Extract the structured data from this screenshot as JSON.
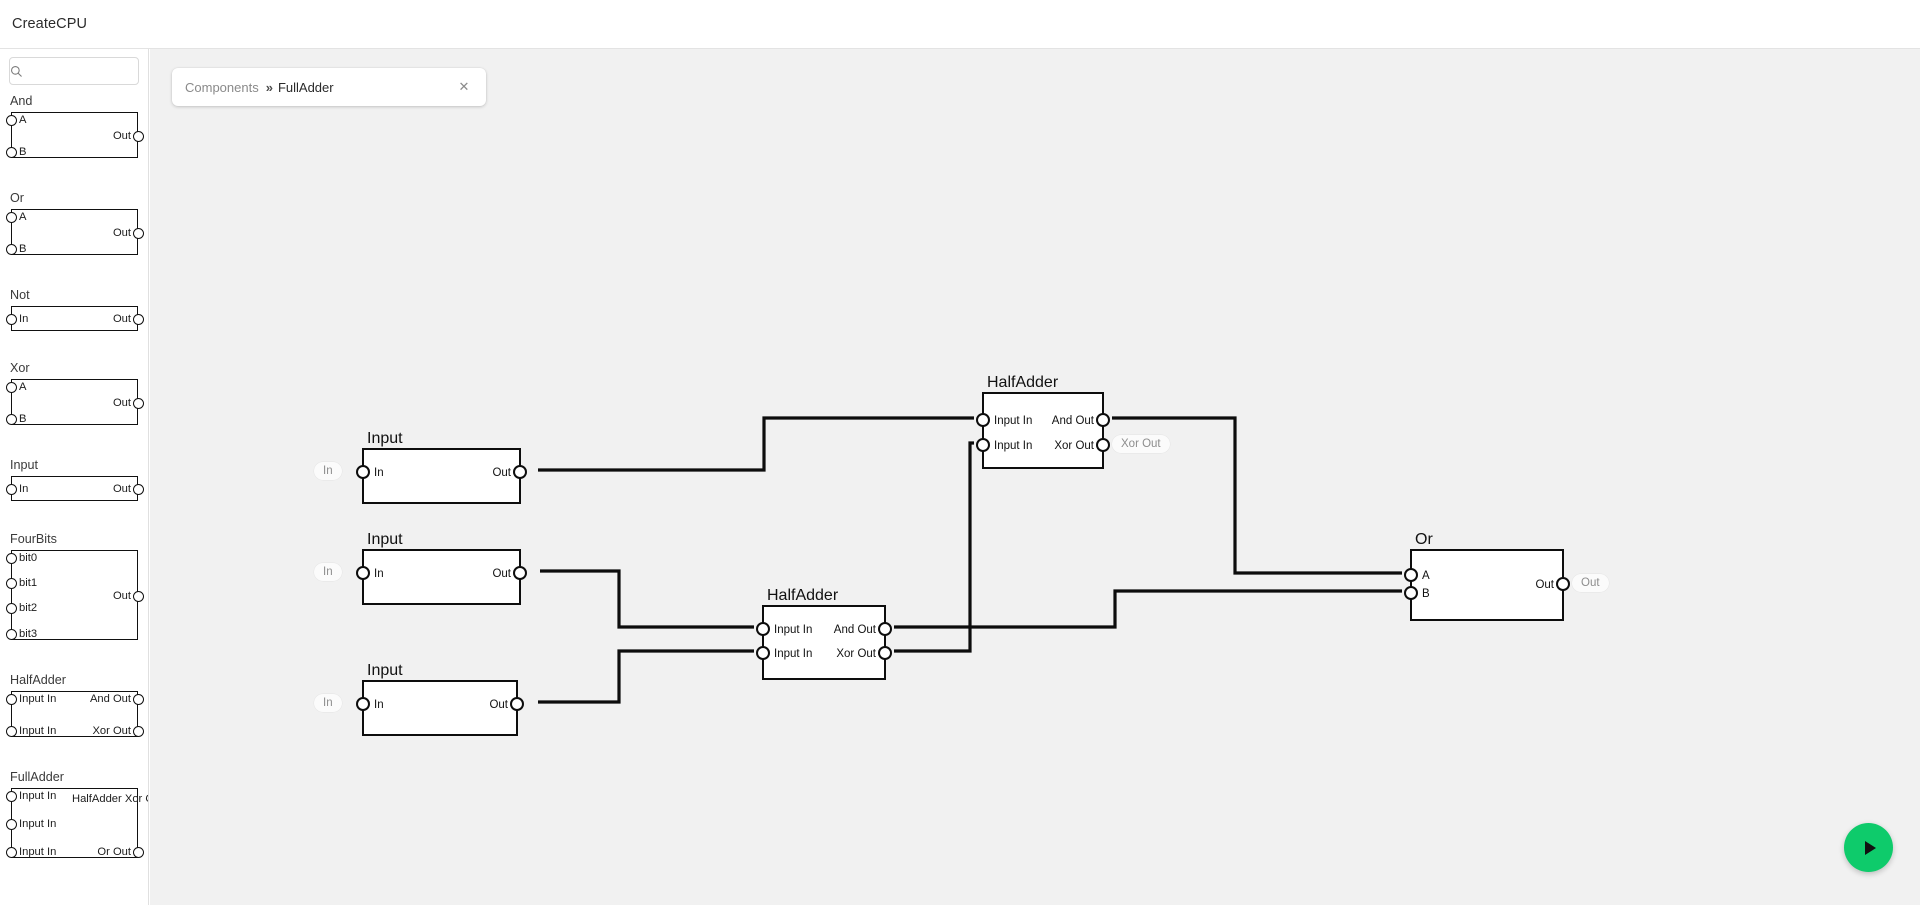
{
  "app": {
    "title": "CreateCPU"
  },
  "search": {
    "value": "",
    "placeholder": "",
    "icon": "search-icon"
  },
  "library": {
    "items": [
      {
        "name": "And",
        "inputs": [
          "A",
          "B"
        ],
        "outputs": [
          "Out"
        ],
        "center": ""
      },
      {
        "name": "Or",
        "inputs": [
          "A",
          "B"
        ],
        "outputs": [
          "Out"
        ],
        "center": ""
      },
      {
        "name": "Not",
        "inputs": [
          "In"
        ],
        "outputs": [
          "Out"
        ],
        "center": ""
      },
      {
        "name": "Xor",
        "inputs": [
          "A",
          "B"
        ],
        "outputs": [
          "Out"
        ],
        "center": ""
      },
      {
        "name": "Input",
        "inputs": [
          "In"
        ],
        "outputs": [
          "Out"
        ],
        "center": ""
      },
      {
        "name": "FourBits",
        "inputs": [
          "bit0",
          "bit1",
          "bit2",
          "bit3"
        ],
        "outputs": [
          "Out"
        ],
        "center": ""
      },
      {
        "name": "HalfAdder",
        "inputs": [
          "Input In",
          "Input In"
        ],
        "outputs": [
          "And Out",
          "Xor Out"
        ],
        "center": ""
      },
      {
        "name": "FullAdder",
        "inputs": [
          "Input In",
          "Input In",
          "Input In"
        ],
        "outputs": [
          "",
          "Or Out"
        ],
        "center": "HalfAdder Xor Out"
      }
    ]
  },
  "tab": {
    "breadcrumb_root": "Components",
    "breadcrumb_separator": "»",
    "breadcrumb_leaf": "FullAdder",
    "close_label": "✕"
  },
  "canvas": {
    "nodes": [
      {
        "id": "input1",
        "title": "Input",
        "in_pins": [
          "In"
        ],
        "out_pins": [
          "Out"
        ],
        "in_badge": "In",
        "out_badge": ""
      },
      {
        "id": "input2",
        "title": "Input",
        "in_pins": [
          "In"
        ],
        "out_pins": [
          "Out"
        ],
        "in_badge": "In",
        "out_badge": ""
      },
      {
        "id": "input3",
        "title": "Input",
        "in_pins": [
          "In"
        ],
        "out_pins": [
          "Out"
        ],
        "in_badge": "In",
        "out_badge": ""
      },
      {
        "id": "halfadder1",
        "title": "HalfAdder",
        "in_pins": [
          "Input In",
          "Input In"
        ],
        "out_pins": [
          "And Out",
          "Xor Out"
        ],
        "in_badge": "",
        "out_badge": "Xor Out"
      },
      {
        "id": "halfadder2",
        "title": "HalfAdder",
        "in_pins": [
          "Input In",
          "Input In"
        ],
        "out_pins": [
          "And Out",
          "Xor Out"
        ],
        "in_badge": "",
        "out_badge": ""
      },
      {
        "id": "or1",
        "title": "Or",
        "in_pins": [
          "A",
          "B"
        ],
        "out_pins": [
          "Out"
        ],
        "in_badge": "",
        "out_badge": "Out"
      }
    ]
  },
  "run_button": {
    "label": "run-simulation",
    "color": "#0ecb6b"
  },
  "colors": {
    "canvas_bg": "#f1f1f1",
    "wire": "#0d0d0d",
    "node_border": "#0d0d0d",
    "accent_green": "#0ecb6b"
  }
}
